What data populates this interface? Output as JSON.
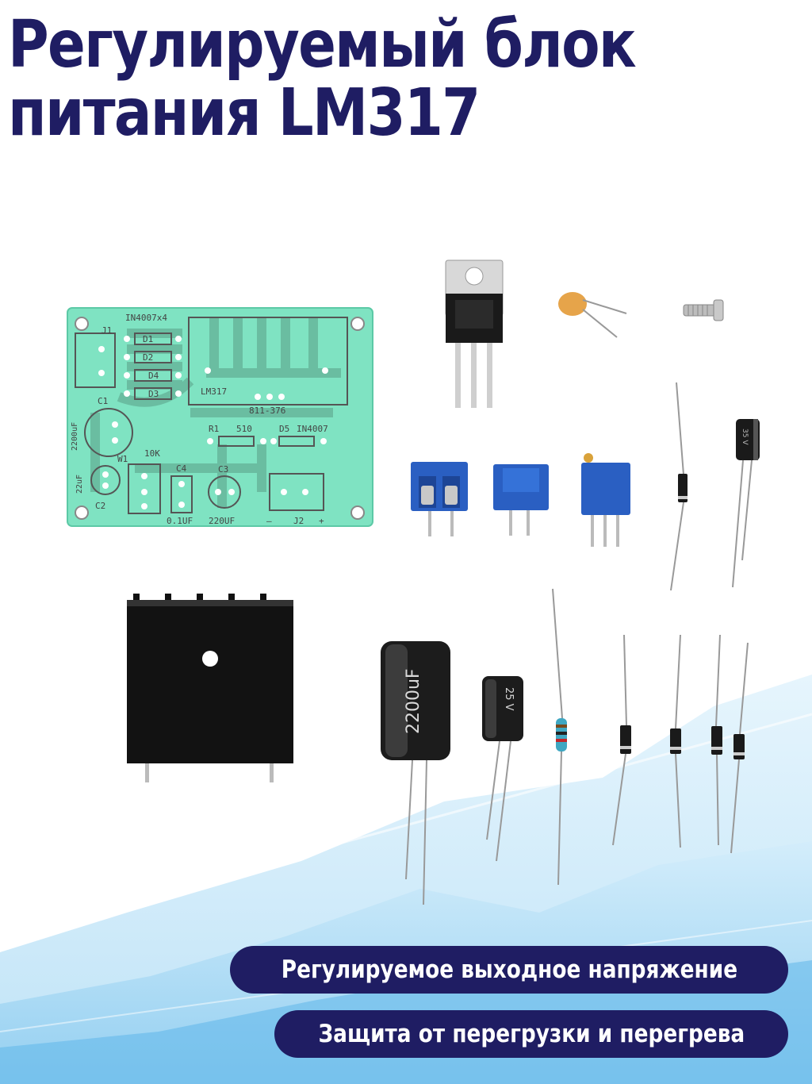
{
  "title": {
    "line1": "Регулируемый блок",
    "line2": "питания LM317"
  },
  "pcb_labels": {
    "diodes_top": "IN4007x4",
    "j1": "J1",
    "d1": "D1",
    "d2": "D2",
    "d4": "D4",
    "d3": "D3",
    "c1": "C1",
    "c1_value": "2200uF",
    "lm317": "LM317",
    "code": "811-376",
    "r1": "R1",
    "r1_value": "510",
    "d5": "D5",
    "d5_type": "IN4007",
    "w1": "W1",
    "pot_value": "10K",
    "c4": "C4",
    "c3": "C3",
    "c2": "C2",
    "c2_value": "22uF",
    "c4_value": "0.1UF",
    "c3_value": "220UF",
    "minus": "—",
    "j2": "J2",
    "plus": "+"
  },
  "component_labels": {
    "big_cap": "2200uF",
    "mid_cap": "25 V",
    "small_cap": "35 V"
  },
  "badges": {
    "feature1": "Регулируемое выходное напряжение",
    "feature2": "Защита от перегрузки и перегрева"
  },
  "colors": {
    "title": "#1f1d63",
    "badge_bg": "#1f1d63",
    "pcb": "#7fe3c2",
    "terminal": "#2a5fc2",
    "heatsink": "#111111"
  }
}
